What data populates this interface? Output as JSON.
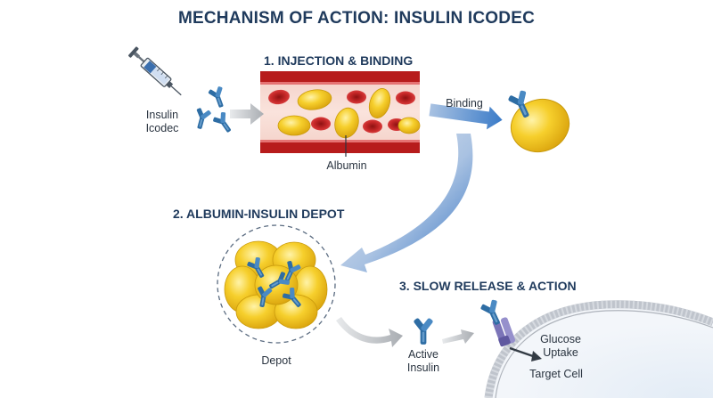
{
  "title": "MECHANISM OF ACTION: INSULIN ICODEC",
  "sections": {
    "injection": "1. INJECTION & BINDING",
    "depot": "2. ALBUMIN-INSULIN DEPOT",
    "release": "3. SLOW RELEASE & ACTION"
  },
  "labels": {
    "insulin_icodec_line1": "Insulin",
    "insulin_icodec_line2": "Icodec",
    "albumin": "Albumin",
    "binding": "Binding",
    "depot": "Depot",
    "active_insulin_line1": "Active",
    "active_insulin_line2": "Insulin",
    "glucose_uptake_line1": "Glucose",
    "glucose_uptake_line2": "Uptake",
    "target_cell": "Target Cell"
  },
  "colors": {
    "title": "#1f3a5c",
    "albumin_yellow": "#f2c21b",
    "red_blood_cell": "#c62828",
    "vessel_wall": "#b71c1c",
    "vessel_lumen": "#f6d6cf",
    "insulin_blue": "#2e6da4",
    "arrow_blue": "#3a7bc8",
    "arrow_gray": "#b0b4b8",
    "receptor_purple": "#7b74b8",
    "cell_membrane": "#b8bcc4"
  },
  "icons": [
    "syringe-icon",
    "insulin-molecule-icon",
    "albumin-icon",
    "red-blood-cell-icon",
    "receptor-icon"
  ]
}
